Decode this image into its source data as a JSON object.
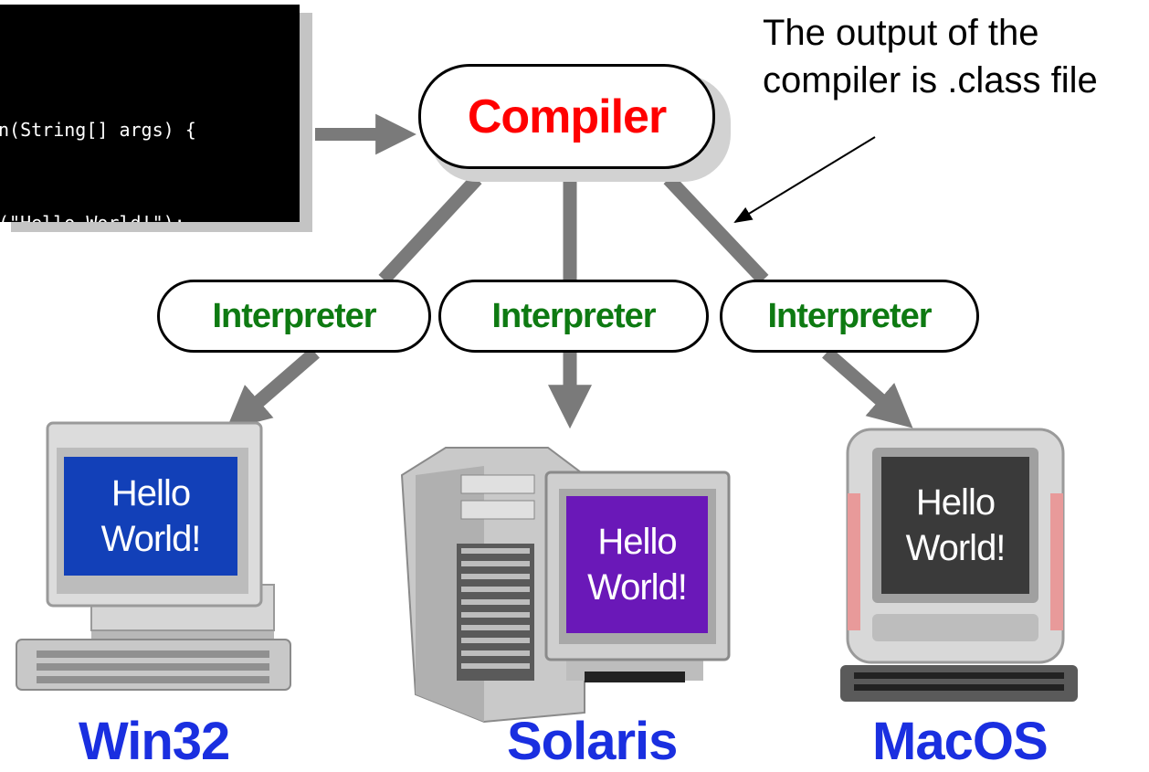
{
  "source_code": {
    "lines": [
      "n(String[] args) {",
      "(\"Hello World!\");"
    ]
  },
  "compiler": {
    "label": "Compiler"
  },
  "annotation": {
    "text": "The output of the compiler is .class file"
  },
  "interpreters": [
    {
      "label": "Interpreter"
    },
    {
      "label": "Interpreter"
    },
    {
      "label": "Interpreter"
    }
  ],
  "platforms": [
    {
      "name": "Win32",
      "screen_line1": "Hello",
      "screen_line2": "World!",
      "screen_color": "#1240b8"
    },
    {
      "name": "Solaris",
      "screen_line1": "Hello",
      "screen_line2": "World!",
      "screen_color": "#6a18b8"
    },
    {
      "name": "MacOS",
      "screen_line1": "Hello",
      "screen_line2": "World!",
      "screen_color": "#3a3a3a"
    }
  ],
  "colors": {
    "compiler_text": "#ff0000",
    "interpreter_text": "#0e7a12",
    "platform_text": "#1a2fe0",
    "arrow": "#7a7a7a"
  }
}
